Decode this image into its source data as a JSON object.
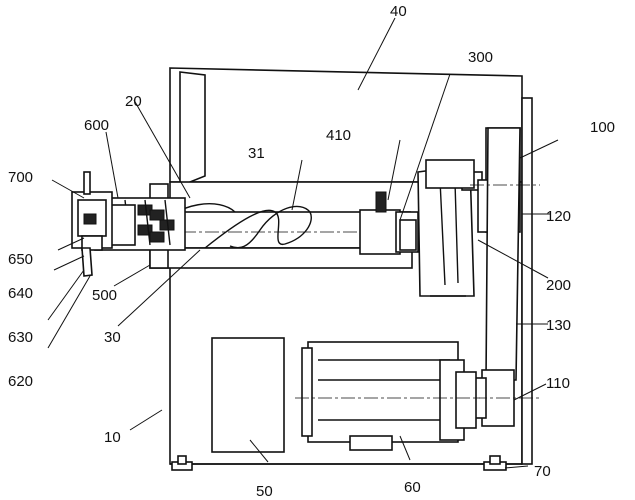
{
  "labels": {
    "l10": "10",
    "l20": "20",
    "l30": "30",
    "l31": "31",
    "l40": "40",
    "l50": "50",
    "l60": "60",
    "l70": "70",
    "l100": "100",
    "l110": "110",
    "l120": "120",
    "l130": "130",
    "l200": "200",
    "l300": "300",
    "l410": "410",
    "l500": "500",
    "l600": "600",
    "l620": "620",
    "l630": "630",
    "l640": "640",
    "l650": "650",
    "l700": "700"
  }
}
